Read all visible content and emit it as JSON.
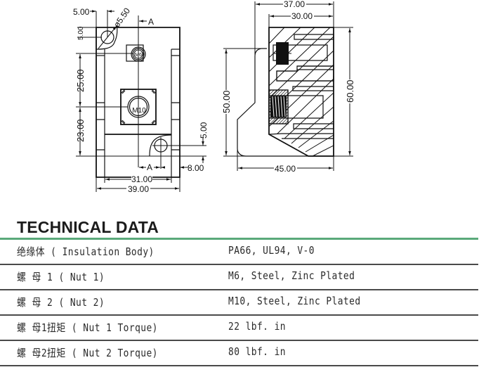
{
  "drawing": {
    "front_view": {
      "dimensions": {
        "hole_offset": "5.00",
        "hole_offset_vertical": "5.00",
        "hole_diameter": "ø5.50",
        "nut_spacing": "25.00",
        "lower_spacing": "23.00",
        "lower_hole_offset": "5.00",
        "lower_hole_horizontal": "8.00",
        "inner_width": "31.00",
        "outer_width": "39.00"
      },
      "labels": {
        "nut1": "M6",
        "nut2": "M10",
        "section_marker_top": "A",
        "section_marker_bottom": "A"
      }
    },
    "section_view": {
      "dimensions": {
        "top_overall": "37.00",
        "top_inner": "30.00",
        "height_left": "50.00",
        "height_right": "60.00",
        "base_width": "45.00"
      }
    }
  },
  "technical_data": {
    "title": "TECHNICAL DATA",
    "accent_color": "#5aa97a",
    "rows": [
      {
        "label": "绝缘体 ( Insulation Body)",
        "value": "PA66, UL94, V-0"
      },
      {
        "label": "螺 母 1 ( Nut 1)",
        "value": "M6, Steel, Zinc Plated"
      },
      {
        "label": "螺 母 2 ( Nut 2)",
        "value": "M10, Steel, Zinc Plated"
      },
      {
        "label": "螺 母1扭矩 ( Nut 1 Torque)",
        "value": "22 lbf. in"
      },
      {
        "label": "螺 母2扭矩 ( Nut 2 Torque)",
        "value": "80 lbf. in"
      }
    ]
  }
}
